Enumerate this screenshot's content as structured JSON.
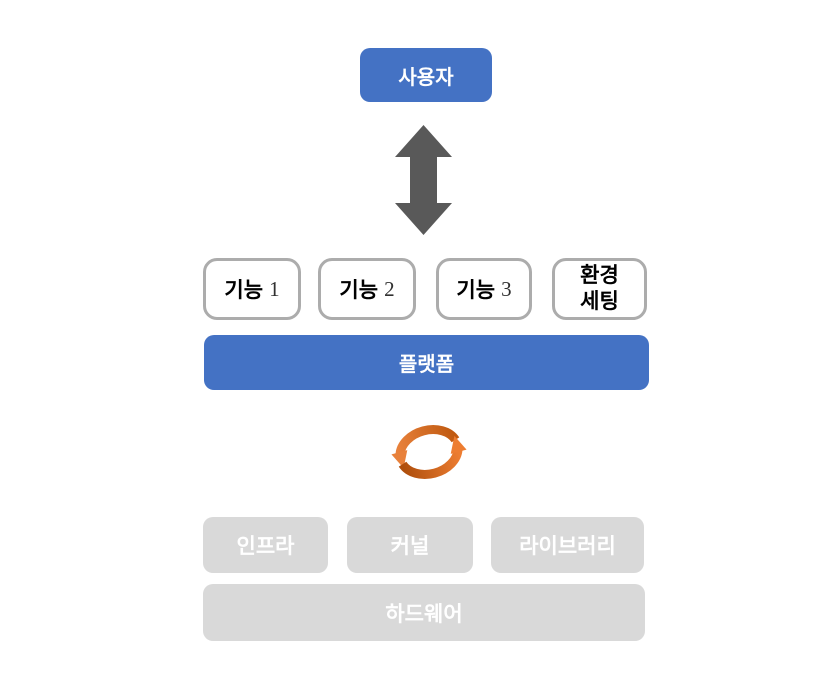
{
  "diagram": {
    "user_box": {
      "label": "사용자"
    },
    "feature_boxes": [
      {
        "ko": "기능",
        "num": "1"
      },
      {
        "ko": "기능",
        "num": "2"
      },
      {
        "ko": "기능",
        "num": "3"
      }
    ],
    "env_box": {
      "line1": "환경",
      "line2": "세팅"
    },
    "platform_bar": {
      "label": "플랫폼"
    },
    "infra_boxes": [
      {
        "label": "인프라"
      },
      {
        "label": "커널"
      },
      {
        "label": "라이브러리"
      }
    ],
    "hardware_box": {
      "label": "하드웨어"
    },
    "icons": {
      "up_down_arrow": "up-down-arrow-icon",
      "cycle": "sync-cycle-icon"
    },
    "colors": {
      "accent_blue": "#4472C4",
      "box_border_gray": "#ACACAC",
      "light_gray_fill": "#D9D9D9",
      "arrow_dark_gray": "#595959",
      "orange_dark": "#C05A11",
      "orange_light": "#ED7D31",
      "text_white": "#FFFFFF",
      "text_black": "#000000"
    }
  }
}
